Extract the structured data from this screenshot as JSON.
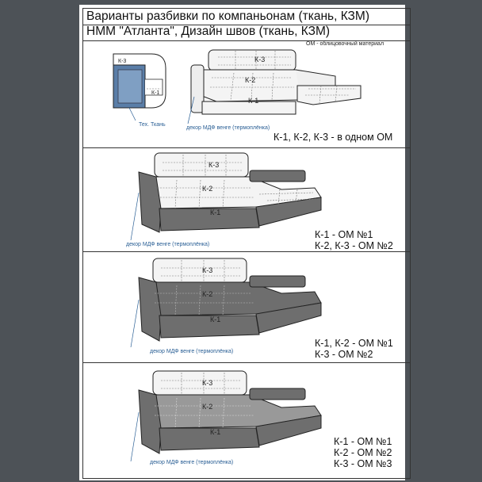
{
  "header": {
    "title_line1": "Варианты разбивки по компаньонам (ткань, КЗМ)",
    "title_line2": "НММ \"Атланта\", Дизайн швов (ткань, КЗМ)",
    "note": "ОМ - облицовочный материал"
  },
  "colors": {
    "page_bg": "#4d5257",
    "dark_upholstery": "#6e6e6e",
    "medium_upholstery": "#999999",
    "light_upholstery": "#f2f2f2",
    "accent_blue": "#2a5f95"
  },
  "sections": [
    {
      "detail_labels": {
        "k3": "К-3",
        "k1": "К-1",
        "fabric": "Тех. Ткань"
      },
      "decor": "декор МДФ венге (термоплёнка)",
      "parts": {
        "k3": "К-3",
        "k2": "К-2",
        "k1": "К-1"
      },
      "legend": [
        "К-1, К-2, К-3 - в одном ОМ"
      ]
    },
    {
      "decor": "декор МДФ венге (термоплёнка)",
      "parts": {
        "k3": "К-3",
        "k2": "К-2",
        "k1": "К-1"
      },
      "legend": [
        "К-1 - ОМ №1",
        "К-2, К-3 - ОМ №2"
      ]
    },
    {
      "decor": "декор МДФ венге (термоплёнка)",
      "parts": {
        "k3": "К-3",
        "k2": "К-2",
        "k1": "К-1"
      },
      "legend": [
        "К-1, К-2 - ОМ №1",
        "К-3 - ОМ №2"
      ]
    },
    {
      "decor": "декор МДФ венге (термоплёнка)",
      "parts": {
        "k3": "К-3",
        "k2": "К-2",
        "k1": "К-1"
      },
      "legend": [
        "К-1 - ОМ №1",
        "К-2 - ОМ №2",
        "К-3 - ОМ №3"
      ]
    }
  ]
}
